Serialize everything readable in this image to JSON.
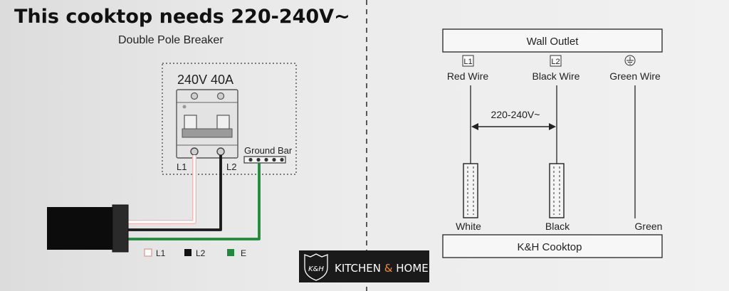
{
  "left": {
    "headline": "This cooktop needs 220-240V~",
    "breaker_caption": "Double Pole Breaker",
    "breaker_rating": "240V 40A",
    "terminal_l1": "L1",
    "terminal_l2": "L2",
    "ground_bar": "Ground Bar",
    "legend": [
      {
        "label": "L1",
        "color": "#ffffff"
      },
      {
        "label": "L2",
        "color": "#111111"
      },
      {
        "label": "E",
        "color": "#1f8a3a"
      }
    ],
    "logo": {
      "monogram": "K&H",
      "brand_prefix": "KITCHEN ",
      "brand_amp": "&",
      "brand_suffix": " HOME",
      "accent_color": "#f28c1e"
    }
  },
  "right": {
    "wall_outlet": "Wall Outlet",
    "cooktop": "K&H Cooktop",
    "terminal_l1": "L1",
    "terminal_l2": "L2",
    "ground_icon": "ground-symbol-icon",
    "red_wire": "Red Wire",
    "black_wire": "Black Wire",
    "green_wire": "Green Wire",
    "voltage": "220-240V~",
    "white": "White",
    "black": "Black",
    "green": "Green"
  },
  "colors": {
    "wire_l1": "#ffffff",
    "wire_l1_glow": "#f2b8b8",
    "wire_l2": "#1a1a1a",
    "wire_earth": "#1f8a3a"
  }
}
